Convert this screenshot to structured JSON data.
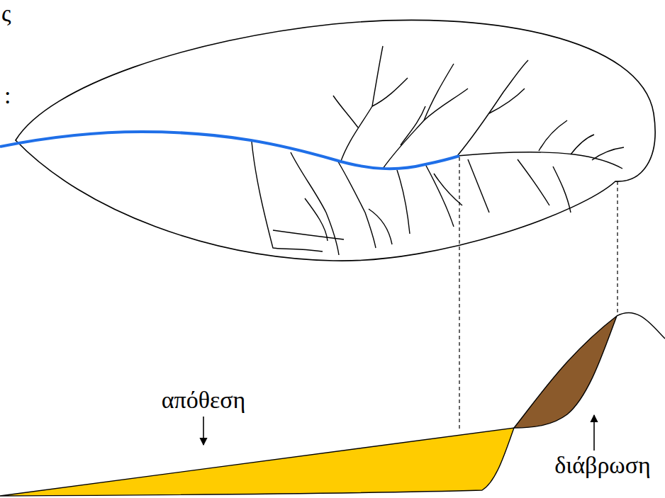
{
  "diagram": {
    "labels": [
      "ς",
      ":",
      "απόθεση",
      "διάβρωση"
    ]
  }
}
